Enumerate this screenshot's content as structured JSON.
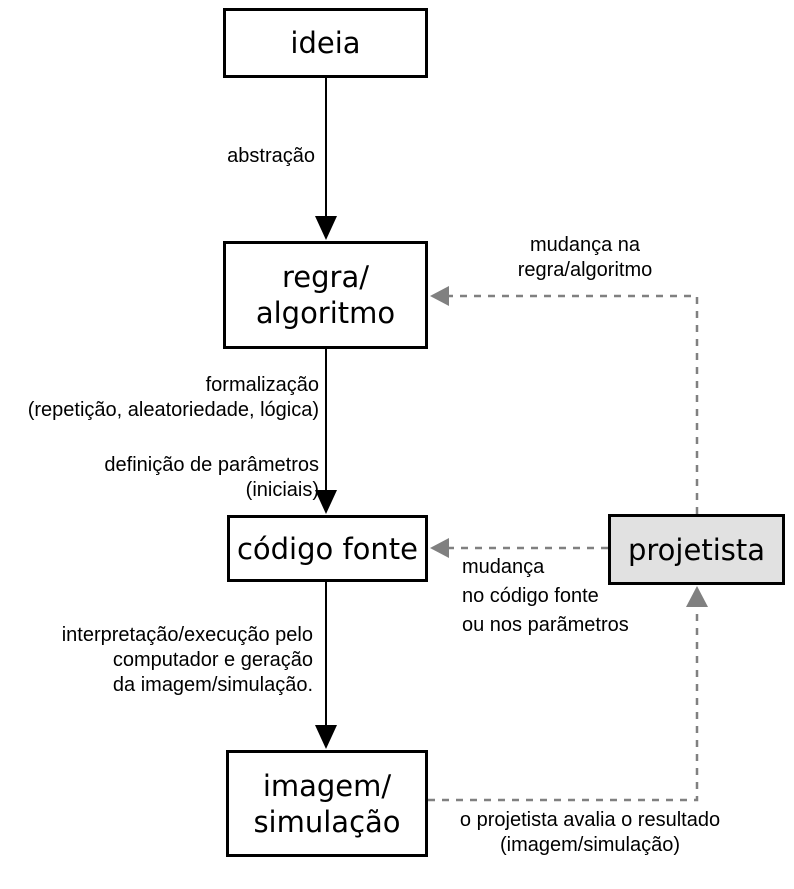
{
  "boxes": {
    "ideia": "ideia",
    "regra_algoritmo": [
      "regra/",
      "algoritmo"
    ],
    "codigo_fonte": "código fonte",
    "imagem_simulacao": [
      "imagem/",
      "simulação"
    ],
    "projetista": "projetista"
  },
  "labels": {
    "abstracao": "abstração",
    "formalizacao": [
      "formalização",
      "(repetição, aleatoriedade, lógica)"
    ],
    "definicao_parametros": [
      "definição de parâmetros",
      "(iniciais)"
    ],
    "interpretacao": [
      "interpretação/execução pelo",
      "computador e geração",
      "da imagem/simulação."
    ],
    "mudanca_regra": [
      "mudança na",
      "regra/algoritmo"
    ],
    "mudanca_codigo": [
      "mudança",
      "no código fonte",
      "ou nos parãmetros"
    ],
    "avaliacao": [
      "o projetista avalia o resultado",
      "(imagem/simulação)"
    ]
  },
  "colors": {
    "background": "#ffffff",
    "box_border": "#000000",
    "box_fill": "#ffffff",
    "projetista_fill": "#e1e1e1",
    "text": "#000000",
    "solid_arrow": "#000000",
    "dashed_arrow": "#808080"
  }
}
